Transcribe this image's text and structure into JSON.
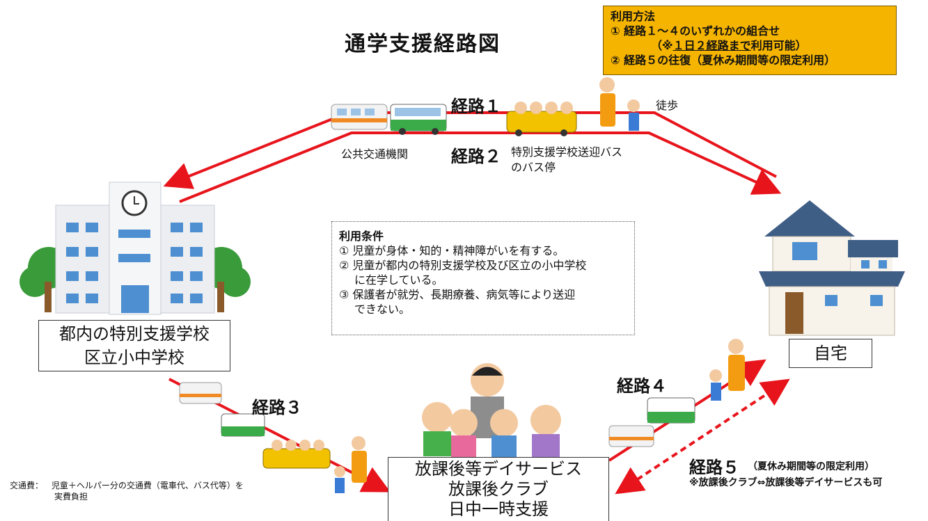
{
  "title": "通学支援経路図",
  "usage": {
    "heading": "利用方法",
    "line1": "① 経路１～４のいずれかの組合せ",
    "line2_prefix": "（※",
    "line2_underlined": "１日２経路まで",
    "line2_suffix": "利用可能）",
    "line3": "② 経路５の往復（夏休み期間等の限定利用）"
  },
  "routes": {
    "r1": "経路１",
    "r2": "経路２",
    "r3": "経路３",
    "r4": "経路４",
    "r5": "経路５",
    "r5_note": "（夏休み期間等の限定利用）",
    "r5_sub": "※放課後クラブ⇔放課後等デイサービスも可"
  },
  "labels": {
    "public_transport": "公共交通機関",
    "walk": "徒歩",
    "bus_stop_line1": "特別支援学校送迎バス",
    "bus_stop_line2": "のバス停"
  },
  "school": {
    "line1": "都内の特別支援学校",
    "line2": "区立小中学校"
  },
  "home": "自宅",
  "afterschool": {
    "line1": "放課後等デイサービス",
    "line2": "放課後クラブ",
    "line3": "日中一時支援"
  },
  "conditions": {
    "heading": "利用条件",
    "c1": "① 児童が身体・知的・精神障がいを有する。",
    "c2a": "② 児童が都内の特別支援学校及び区立の小中学校",
    "c2b": "に在学している。",
    "c3a": "③ 保護者が就労、長期療養、病気等により送迎",
    "c3b": "できない。"
  },
  "footnote": {
    "label": "交通費：",
    "line1": "児童＋ヘルパー分の交通費（電車代、バス代等）を",
    "line2": "実費負担"
  },
  "colors": {
    "route": "#e8141c",
    "usage_bg": "#f5b400",
    "roof": "#3f5e86",
    "tree": "#3a9b3a",
    "bus_school": "#f2c200",
    "bus_city": "#3bab4a"
  }
}
